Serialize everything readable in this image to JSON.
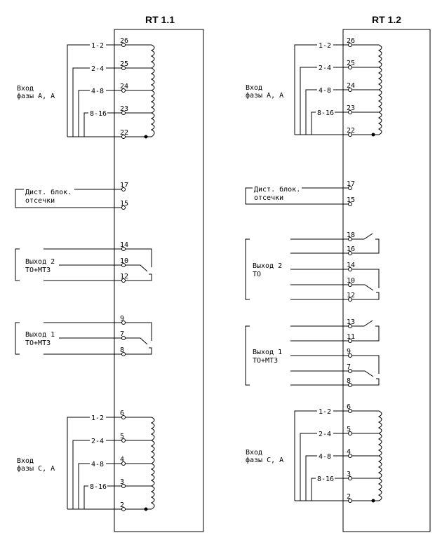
{
  "relay_1": {
    "title": "RT 1.1",
    "input_a": {
      "label_line1": "Вход",
      "label_line2": "фазы А, А",
      "taps": [
        "1-2",
        "2-4",
        "4-8",
        "8-16"
      ],
      "pins": [
        "26",
        "25",
        "24",
        "23",
        "22"
      ]
    },
    "block": {
      "label_line1": "Дист. блок.",
      "label_line2": "отсечки",
      "pins": [
        "17",
        "15"
      ]
    },
    "output_2": {
      "label_line1": "Выход 2",
      "label_line2": "ТО+МТЗ",
      "pins": [
        "14",
        "10",
        "12"
      ]
    },
    "output_1": {
      "label_line1": "Выход 1",
      "label_line2": "ТО+МТЗ",
      "pins": [
        "9",
        "7",
        "8"
      ]
    },
    "input_c": {
      "label_line1": "Вход",
      "label_line2": "фазы С, А",
      "taps": [
        "1-2",
        "2-4",
        "4-8",
        "8-16"
      ],
      "pins": [
        "6",
        "5",
        "4",
        "3",
        "2"
      ]
    }
  },
  "relay_2": {
    "title": "RT 1.2",
    "input_a": {
      "label_line1": "Вход",
      "label_line2": "фазы А, А",
      "taps": [
        "1-2",
        "2-4",
        "4-8",
        "8-16"
      ],
      "pins": [
        "26",
        "25",
        "24",
        "23",
        "22"
      ]
    },
    "block": {
      "label_line1": "Дист. блок.",
      "label_line2": "отсечки",
      "pins": [
        "17",
        "15"
      ]
    },
    "output_2": {
      "label_line1": "Выход 2",
      "label_line2": "ТО",
      "pins": [
        "18",
        "16",
        "14",
        "10",
        "12"
      ]
    },
    "output_1": {
      "label_line1": "Выход 1",
      "label_line2": "ТО+МТЗ",
      "pins": [
        "13",
        "11",
        "9",
        "7",
        "8"
      ]
    },
    "input_c": {
      "label_line1": "Вход",
      "label_line2": "фазы С, А",
      "taps": [
        "1-2",
        "2-4",
        "4-8",
        "8-16"
      ],
      "pins": [
        "6",
        "5",
        "4",
        "3",
        "2"
      ]
    }
  }
}
